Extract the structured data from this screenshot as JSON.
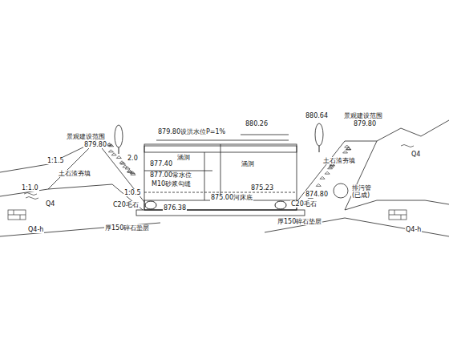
{
  "diagram": {
    "labels": [
      "景观建设范围",
      "879.80",
      "1:1.5",
      "土石渣夯填",
      "2.0",
      "879.80设洪水位P=1%",
      "880.26",
      "涵洞",
      "涵洞",
      "877.40",
      "877.00常水位",
      "M10砂浆勾缝",
      "1:1.0",
      "1:0.5",
      "C20毛石",
      "876.38",
      "875.00河床底",
      "875.23",
      "厚150碎石垫层",
      "C20毛石",
      "厚150碎石垫层",
      "880.64",
      "879.80",
      "景观建设范围",
      "土石渣夯填",
      "排污管",
      "(已成)",
      "874.80",
      "Q4",
      "Q4-h",
      "Q4",
      "Q4-h"
    ]
  }
}
